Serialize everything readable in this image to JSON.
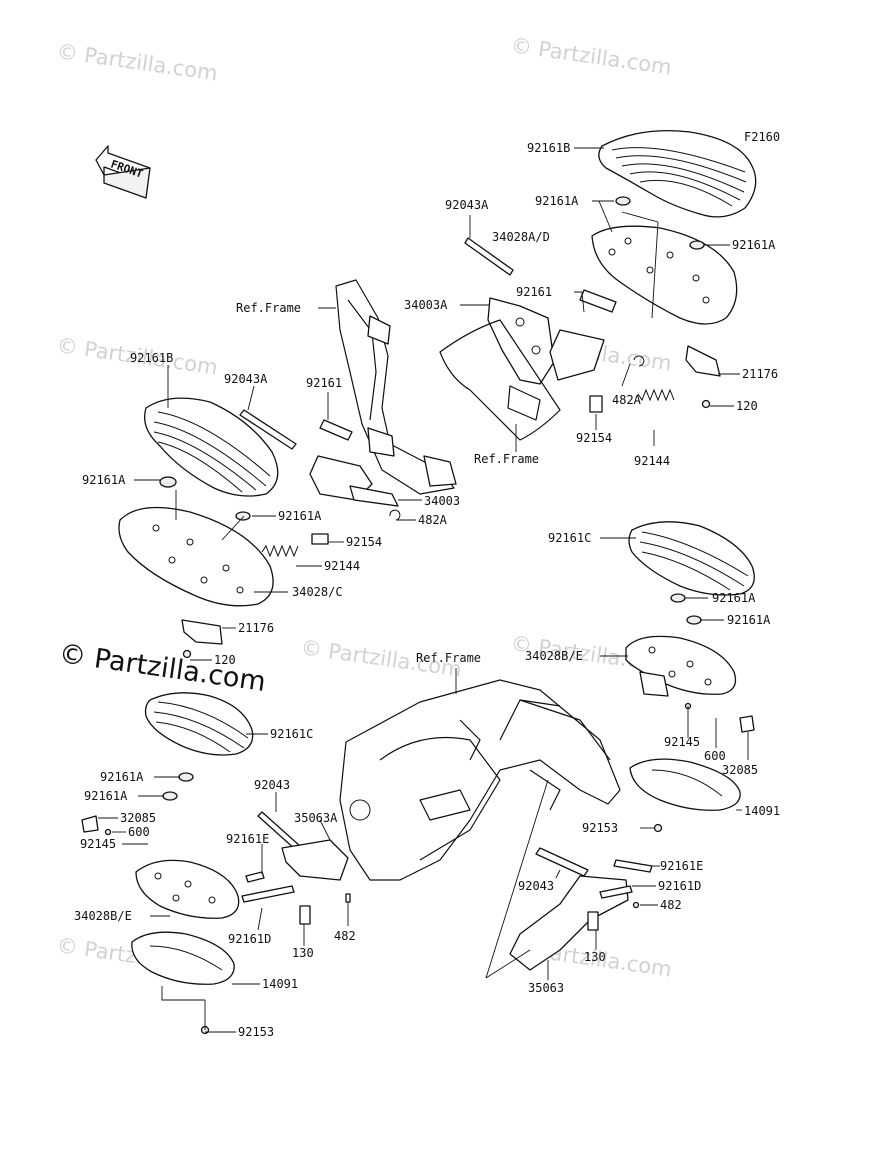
{
  "figure_code": "F2160",
  "front_label": "FRONT",
  "watermarks": [
    "© Partzilla.com",
    "© Partzilla.com",
    "© Partzilla.com",
    "© Partzilla.com",
    "© Partzilla.com",
    "© Partzilla.com",
    "© Partzilla.com",
    "© Partzilla.com"
  ],
  "watermark_main": "© Partzilla.com",
  "ref_frame": "Ref.Frame",
  "parts": {
    "p92161B_top": "92161B",
    "p92161A_t1": "92161A",
    "p92043A_t": "92043A",
    "p34028AD": "34028A/D",
    "p92161A_t2": "92161A",
    "p34003A": "34003A",
    "p92161_t": "92161",
    "p21176_t": "21176",
    "p482A_t": "482A",
    "p120_t": "120",
    "p92154_t": "92154",
    "p92144_t": "92144",
    "p92161B_l": "92161B",
    "p92043A_l": "92043A",
    "p92161_l": "92161",
    "p34003": "34003",
    "p92161A_l1": "92161A",
    "p92161A_l2": "92161A",
    "p482A_l": "482A",
    "p92154_l": "92154",
    "p92144_l": "92144",
    "p34028C": "34028/C",
    "p21176_l": "21176",
    "p120_l": "120",
    "p92161C_r": "92161C",
    "p92161A_r1": "92161A",
    "p92161A_r2": "92161A",
    "p34028BE_r": "34028B/E",
    "p92145_r": "92145",
    "p600_r": "600",
    "p32085_r": "32085",
    "p92153_r": "92153",
    "p14091_r": "14091",
    "p92161C_l": "92161C",
    "p92161A_b1": "92161A",
    "p92161A_b2": "92161A",
    "p32085_b": "32085",
    "p600_b": "600",
    "p92145_b": "92145",
    "p92043_b": "92043",
    "p35063A": "35063A",
    "p92161E_b": "92161E",
    "p34028BE_b": "34028B/E",
    "p92161D_b": "92161D",
    "p130_b": "130",
    "p482_b": "482",
    "p14091_b": "14091",
    "p92153_b": "92153",
    "p92161E_r": "92161E",
    "p92043_r": "92043",
    "p92161D_r": "92161D",
    "p482_r": "482",
    "p130_r": "130",
    "p35063": "35063"
  }
}
